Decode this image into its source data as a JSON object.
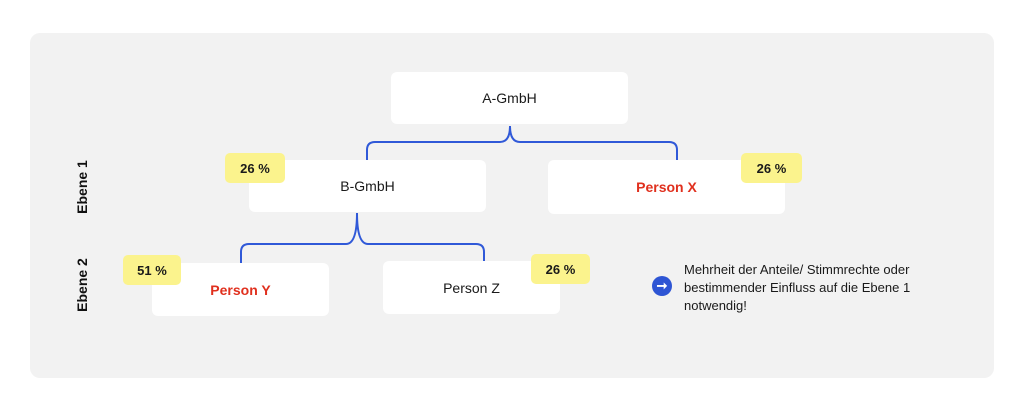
{
  "colors": {
    "connector": "#3059d8",
    "highlight_text": "#e0301e",
    "badge_bg": "#fbf38d",
    "panel_bg": "#f2f2f2"
  },
  "levels": {
    "level1": "Ebene 1",
    "level2": "Ebene 2"
  },
  "nodes": {
    "a_gmbh": "A-GmbH",
    "b_gmbh": "B-GmbH",
    "person_x": "Person X",
    "person_y": "Person Y",
    "person_z": "Person Z"
  },
  "shares": {
    "b_gmbh": "26 %",
    "person_x": "26 %",
    "person_y": "51 %",
    "person_z": "26 %"
  },
  "note": {
    "icon": "arrow-right-circle-icon",
    "text": "Mehrheit der Anteile/ Stimmrechte oder bestimmender Einfluss auf die Ebene 1 notwendig!"
  }
}
